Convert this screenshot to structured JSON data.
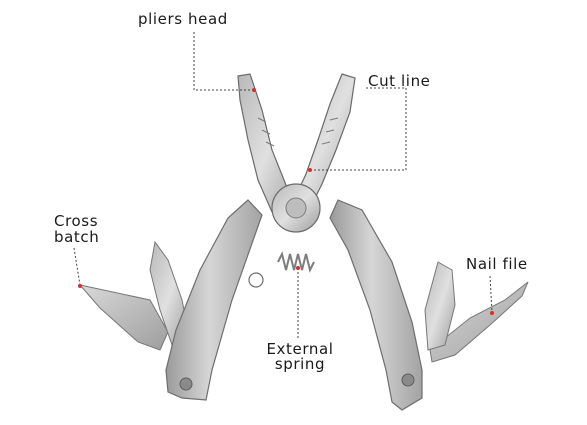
{
  "labels": {
    "pliers_head": "pliers head",
    "cut_line": "Cut line",
    "cross_batch_line1": "Cross",
    "cross_batch_line2": "batch",
    "nail_file": "Nail file",
    "external_spring_line1": "External",
    "external_spring_line2": "spring"
  },
  "colors": {
    "steel_light": "#cfcfcf",
    "steel_mid": "#a9a9a9",
    "steel_dark": "#6e6e6e",
    "leader_line": "#444444",
    "marker_dot": "#d23030"
  }
}
